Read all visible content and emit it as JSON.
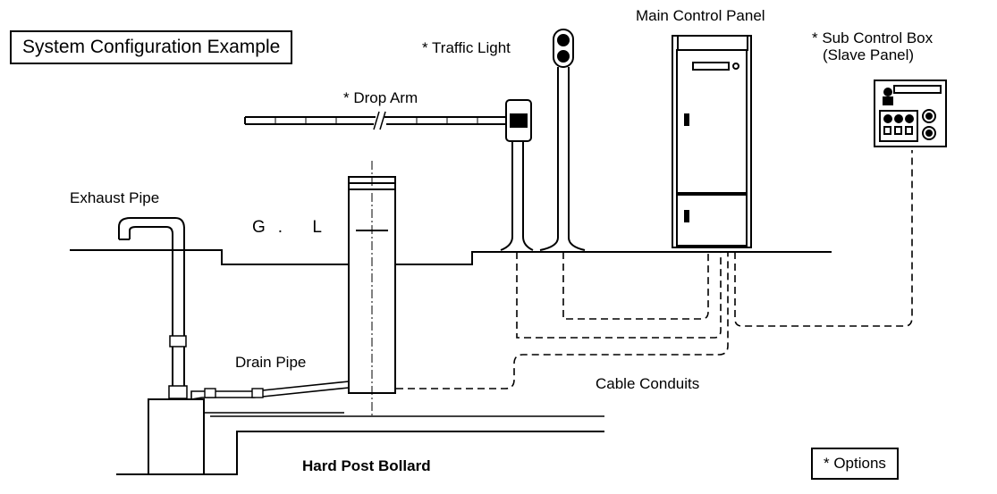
{
  "title": "System Configuration Example",
  "labels": {
    "traffic_light": "* Traffic Light",
    "drop_arm": "* Drop Arm",
    "main_control_panel": "Main Control Panel",
    "sub_control_box_line1": "* Sub Control Box",
    "sub_control_box_line2": "(Slave Panel)",
    "exhaust_pipe": "Exhaust Pipe",
    "ground_level": "G. L",
    "drain_pipe": "Drain Pipe",
    "cable_conduits": "Cable Conduits",
    "bollard": "Hard Post Bollard",
    "options": "* Options"
  },
  "colors": {
    "line": "#000000",
    "background": "#ffffff"
  }
}
